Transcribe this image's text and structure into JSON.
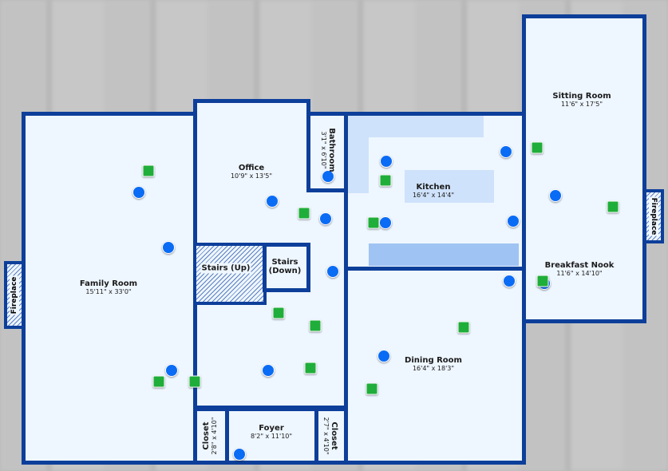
{
  "rooms": {
    "family": {
      "name": "Family Room",
      "dims": "15'11\" x 33'0\""
    },
    "office": {
      "name": "Office",
      "dims": "10'9\" x 13'5\""
    },
    "bathroom": {
      "name": "Bathroom",
      "dims": "3'1\" x 6'10\""
    },
    "kitchen": {
      "name": "Kitchen",
      "dims": "16'4\" x 14'4\""
    },
    "sitting": {
      "name": "Sitting Room",
      "dims": "11'6\" x 17'5\""
    },
    "nook": {
      "name": "Breakfast Nook",
      "dims": "11'6\" x 14'10\""
    },
    "dining": {
      "name": "Dining Room",
      "dims": "16'4\" x 18'3\""
    },
    "stairs_up": {
      "name": "Stairs (Up)"
    },
    "stairs_down": {
      "name": "Stairs (Down)"
    },
    "foyer": {
      "name": "Foyer",
      "dims": "8'2\" x 11'10\""
    },
    "closet_left": {
      "name": "Closet",
      "dims": "2'8\" x 4'10\""
    },
    "closet_right": {
      "name": "Closet",
      "dims": "2'7\" x 4'10\""
    }
  },
  "fireplace_left": "Fireplace",
  "fireplace_right": "Fireplace",
  "colors": {
    "wall": "#0d3f9a",
    "floor": "#eef6ff",
    "blue_marker": "#0a6cf5",
    "green_marker": "#1fae3a"
  }
}
